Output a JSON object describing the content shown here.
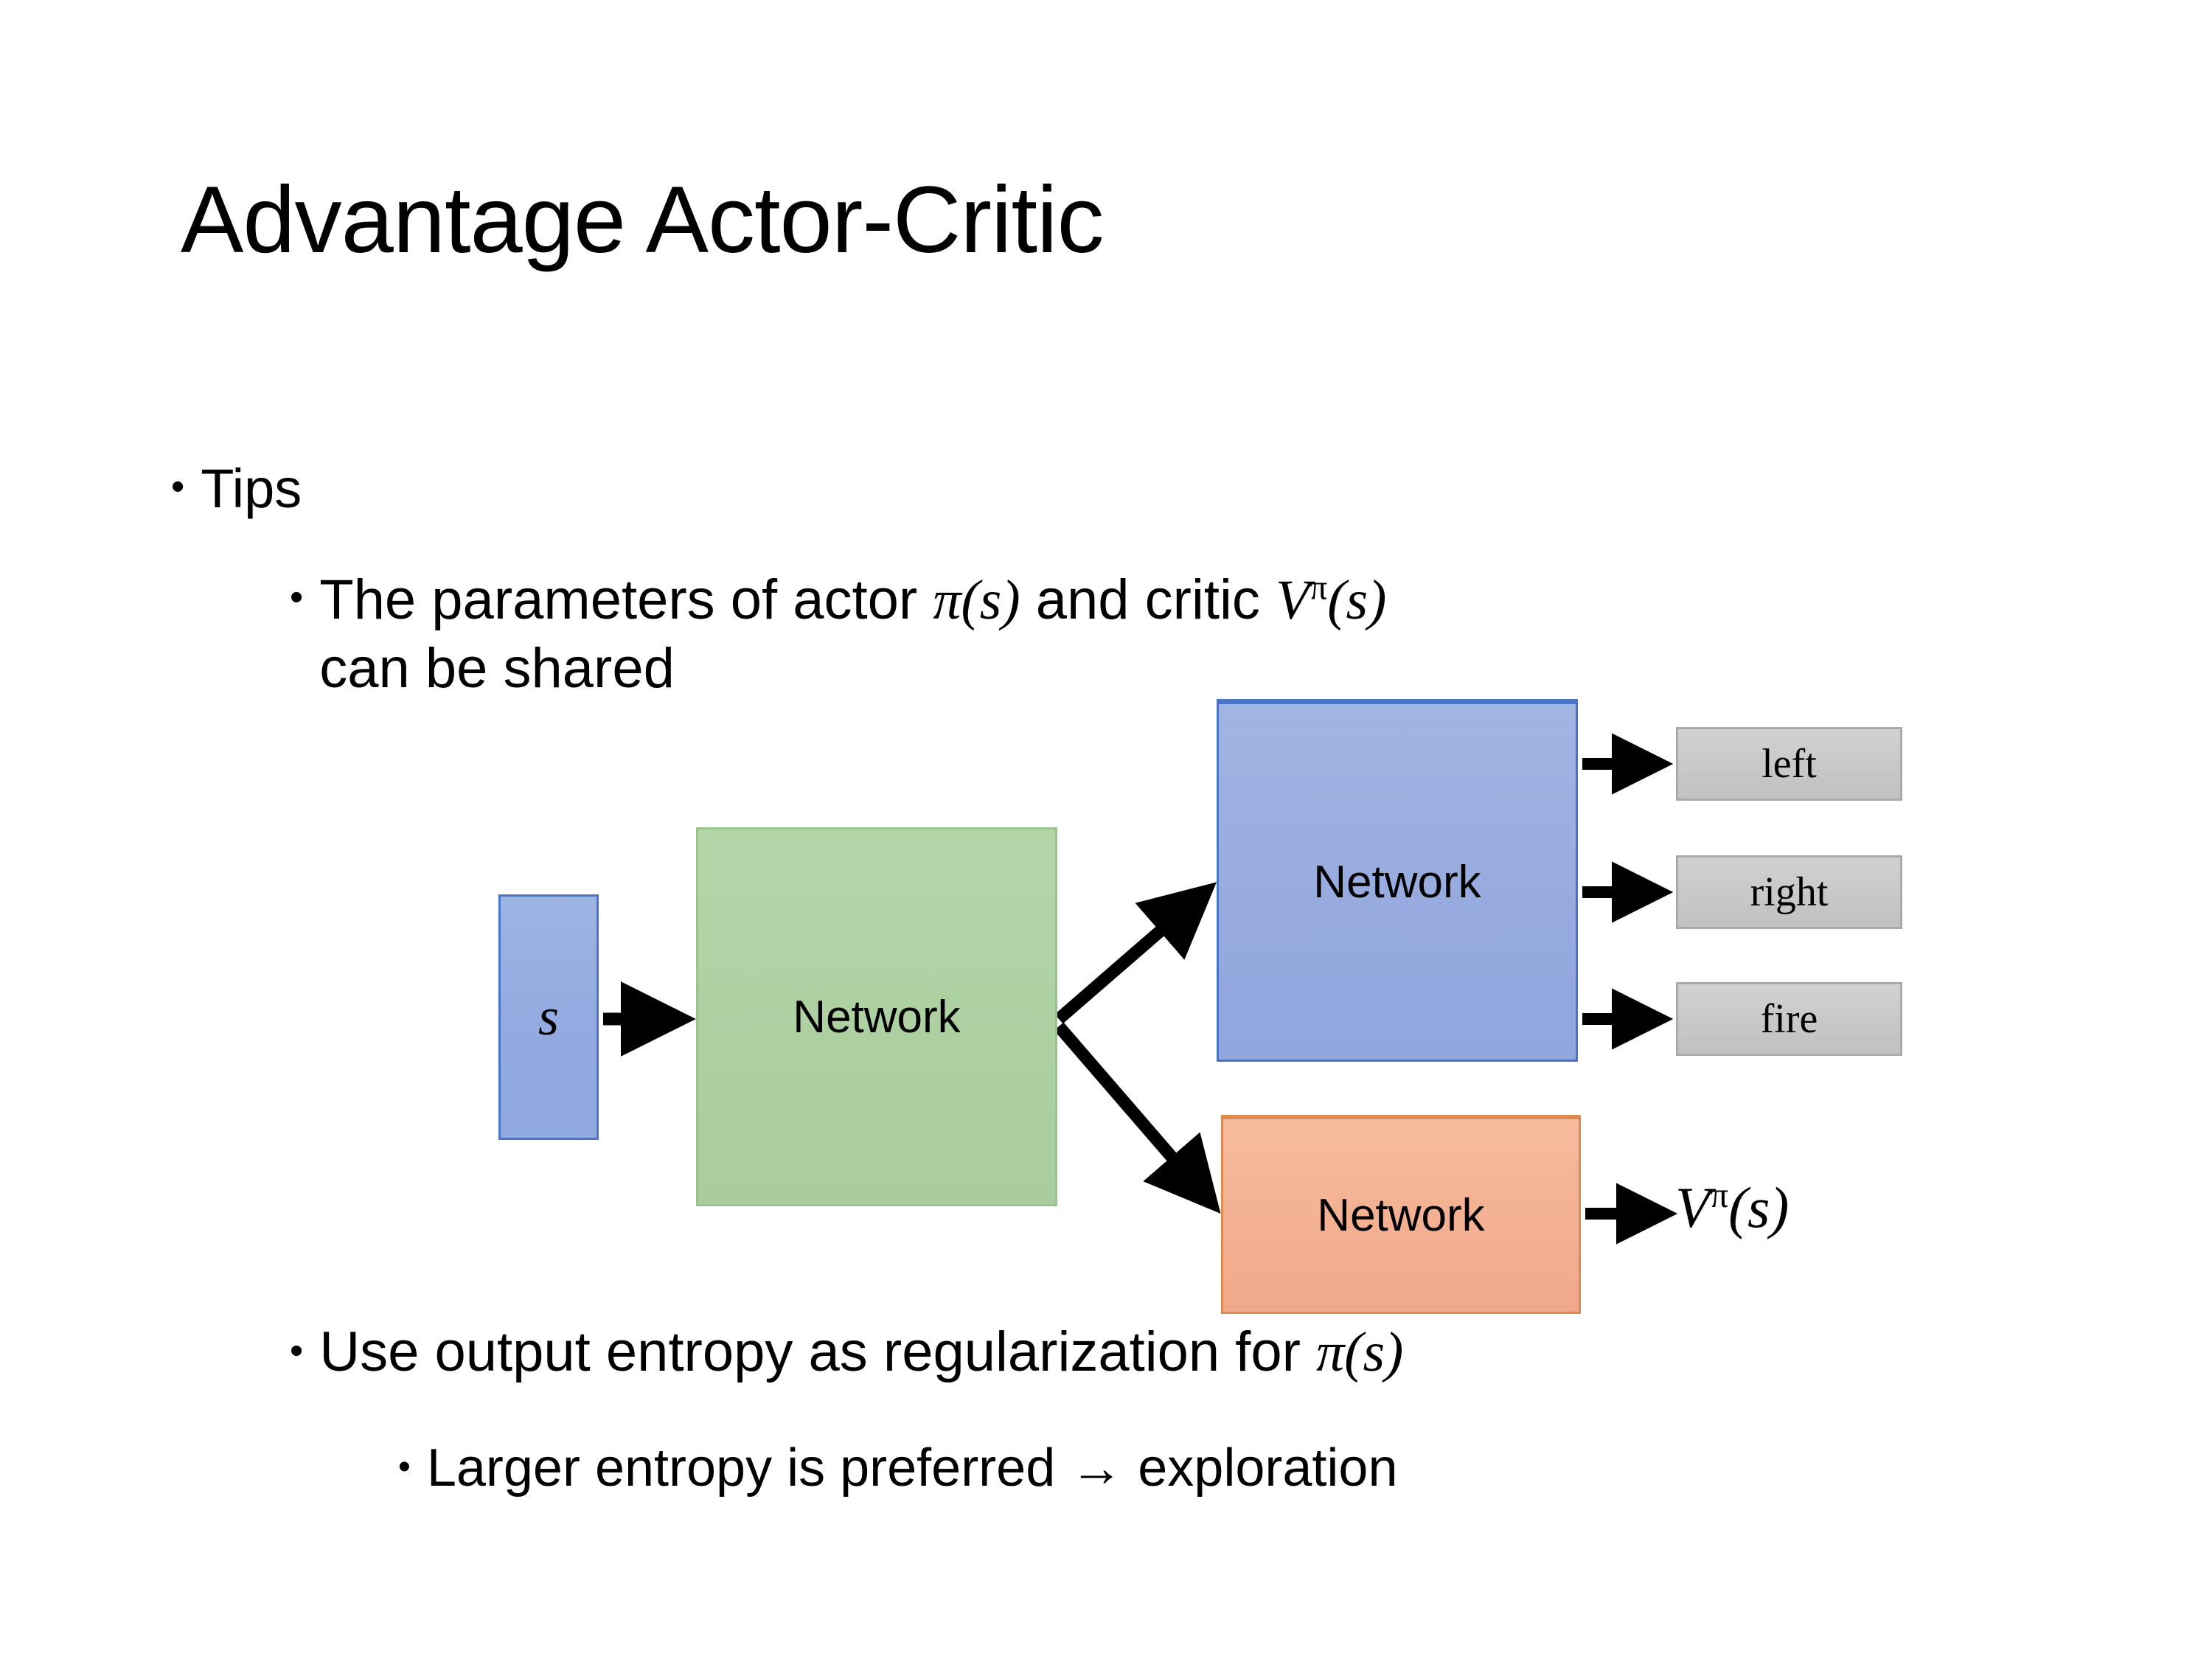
{
  "slide": {
    "title": "Advantage Actor-Critic",
    "background_color": "#FFFFFF",
    "text_color": "#000000"
  },
  "bullets": {
    "level1_tips": {
      "marker": "•",
      "text": "Tips"
    },
    "level2_shared": {
      "marker": "•",
      "text_part1": "The parameters of actor ",
      "math_actor": "π(s)",
      "text_part2": "  and critic ",
      "math_critic_V": "V",
      "math_critic_sup": "π",
      "math_critic_arg": "(s)",
      "text_line2": "can be shared",
      "full_text": "The parameters of actor π(s)  and critic V π (s) can be shared"
    },
    "level2_entropy": {
      "marker": "•",
      "text_part1": "Use output entropy as regularization for ",
      "math_policy": "π(s)",
      "full_text": "Use output entropy as regularization for π(s)"
    },
    "level3_larger": {
      "marker": "•",
      "text": "Larger entropy is preferred → exploration"
    }
  },
  "diagram": {
    "state_box": {
      "label": "s",
      "fill_color": "#93ABE0",
      "border_color": "#4A74C5"
    },
    "shared_network": {
      "label": "Network",
      "fill_color": "#ADD0A1",
      "border_color": "#97C48A"
    },
    "actor_network": {
      "label": "Network",
      "fill_color": "#97ABDF",
      "border_color": "#4A74C5"
    },
    "critic_network": {
      "label": "Network",
      "fill_color": "#F3B092",
      "border_color": "#DC8A4F"
    },
    "action_outputs": [
      {
        "label": "left",
        "fill_color": "#C6C8CA",
        "border_color": "#A8AAAC"
      },
      {
        "label": "right",
        "fill_color": "#C6C8CA",
        "border_color": "#A8AAAC"
      },
      {
        "label": "fire",
        "fill_color": "#C6C8CA",
        "border_color": "#A8AAAC"
      }
    ],
    "critic_output": {
      "symbol_V": "V",
      "symbol_sup": "π",
      "symbol_arg": "(s)",
      "full_text": "V π (s)"
    },
    "arrow_color": "#000000"
  }
}
